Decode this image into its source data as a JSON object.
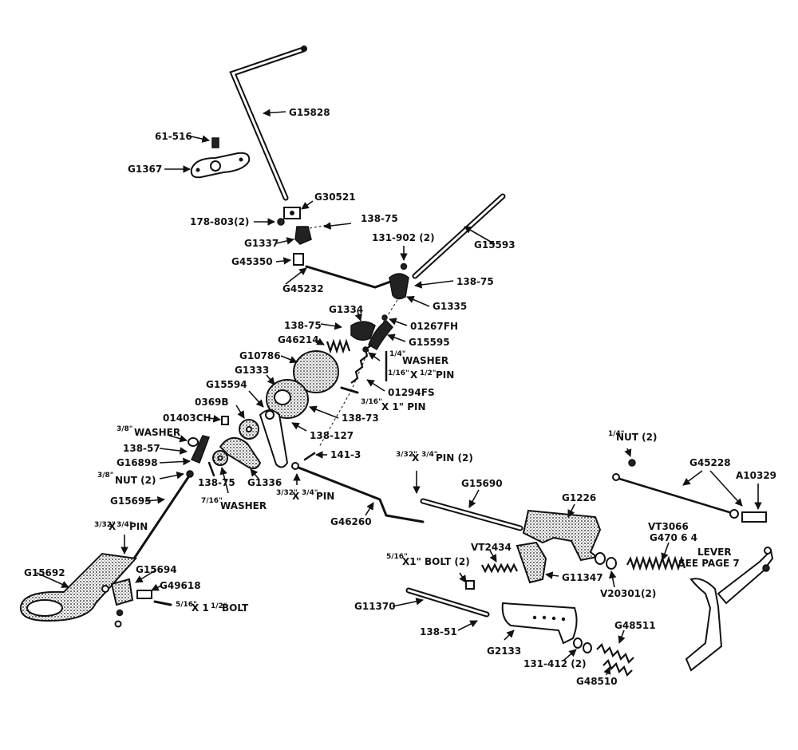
{
  "labels": {
    "g15828": "G15828",
    "p61_516": "61-516",
    "g1367": "G1367",
    "g30521": "G30521",
    "p178_803": "178-803(2)",
    "p138_75a": "138-75",
    "g1337": "G1337",
    "g45350": "G45350",
    "g45232": "G45232",
    "p131_902": "131-902 (2)",
    "g15593": "G15593",
    "p138_75b": "138-75",
    "g1335": "G1335",
    "g1334": "G1334",
    "p138_75c": "138-75",
    "o1267fh": "01267FH",
    "g15595": "G15595",
    "g46214": "G46214",
    "g10786": "G10786",
    "washer_q": "WASHER",
    "pin_16": "X",
    "pin_16b": "PIN",
    "o1294fs": "01294FS",
    "g1333": "G1333",
    "pin_3_16": "X 1\" PIN",
    "g15594": "G15594",
    "p138_73": "138-73",
    "o369b": "0369B",
    "o1403ch": "01403CH",
    "p138_127": "138-127",
    "washer_38": "WASHER",
    "p138_57": "138-57",
    "g16898": "G16898",
    "nut_38": "NUT (2)",
    "p141_3": "141-3",
    "p138_75d": "138-75",
    "g1336": "G1336",
    "washer_716": "WASHER",
    "pin_332": "X",
    "pin_332b": "PIN",
    "g15695": "G15695",
    "g46260": "G46260",
    "pin_332_l": "X",
    "pin_332_lb": "PIN",
    "pin_332_2": "X",
    "pin_332_2b": "PIN (2)",
    "g15690": "G15690",
    "g1226": "G1226",
    "nut_14": "NUT (2)",
    "g45228": "G45228",
    "a10329": "A10329",
    "vt3066": "VT3066",
    "g47064": "G470 6 4",
    "lever1": "LEVER",
    "lever2": "SEE  PAGE 7",
    "g15692": "G15692",
    "g15694": "G15694",
    "g49618": "G49618",
    "bolt_516": "X 1",
    "bolt_516b": "BOLT",
    "vt2434": "VT2434",
    "bolt_516_2": "X1\" BOLT (2)",
    "g11347": "G11347",
    "v20301": "V20301(2)",
    "g11370": "G11370",
    "p138_51": "138-51",
    "g2133": "G2133",
    "g48511": "G48511",
    "p131_412": "131-412 (2)",
    "g48510": "G48510"
  }
}
